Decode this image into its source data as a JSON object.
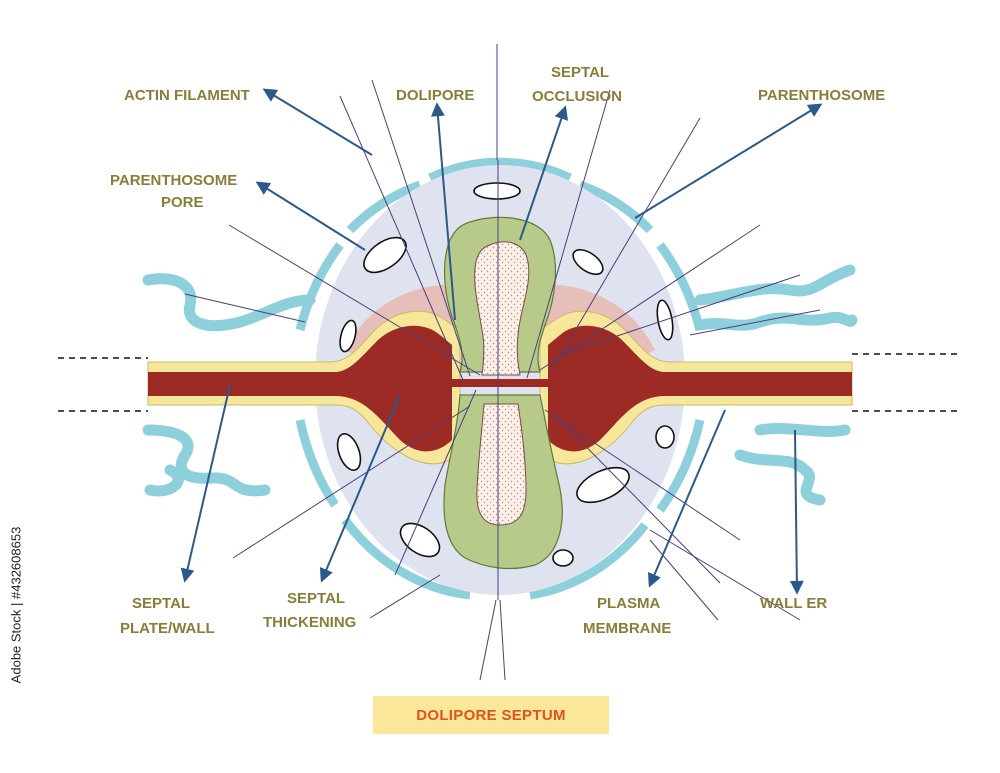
{
  "title": "DOLIPORE SEPTUM",
  "stock_credit": "Adobe Stock | #432608653",
  "labels": {
    "actin_filament": "ACTIN FILAMENT",
    "dolipore": "DOLIPORE",
    "septal_occlusion_1": "SEPTAL",
    "septal_occlusion_2": "OCCLUSION",
    "parenthosome": "PARENTHOSOME",
    "parenthosome_pore_1": "PARENTHOSOME",
    "parenthosome_pore_2": "PORE",
    "septal_plate_1": "SEPTAL",
    "septal_plate_2": "PLATE/WALL",
    "septal_thickening_1": "SEPTAL",
    "septal_thickening_2": "THICKENING",
    "plasma_membrane_1": "PLASMA",
    "plasma_membrane_2": "MEMBRANE",
    "wall_er": "WALL ER"
  },
  "colors": {
    "label_text": "#8a7d3a",
    "title_text": "#e0531a",
    "title_box": "#fbe79a",
    "septal_wall": "#9c2a25",
    "wall_border": "#f6e79a",
    "cytoplasm_oval": "#dfe3ef",
    "er_blue": "#8ecfdc",
    "dolipore_green": "#b8ca8a",
    "arrow": "#2b5a8a",
    "thin_line": "#4a3f7a"
  }
}
